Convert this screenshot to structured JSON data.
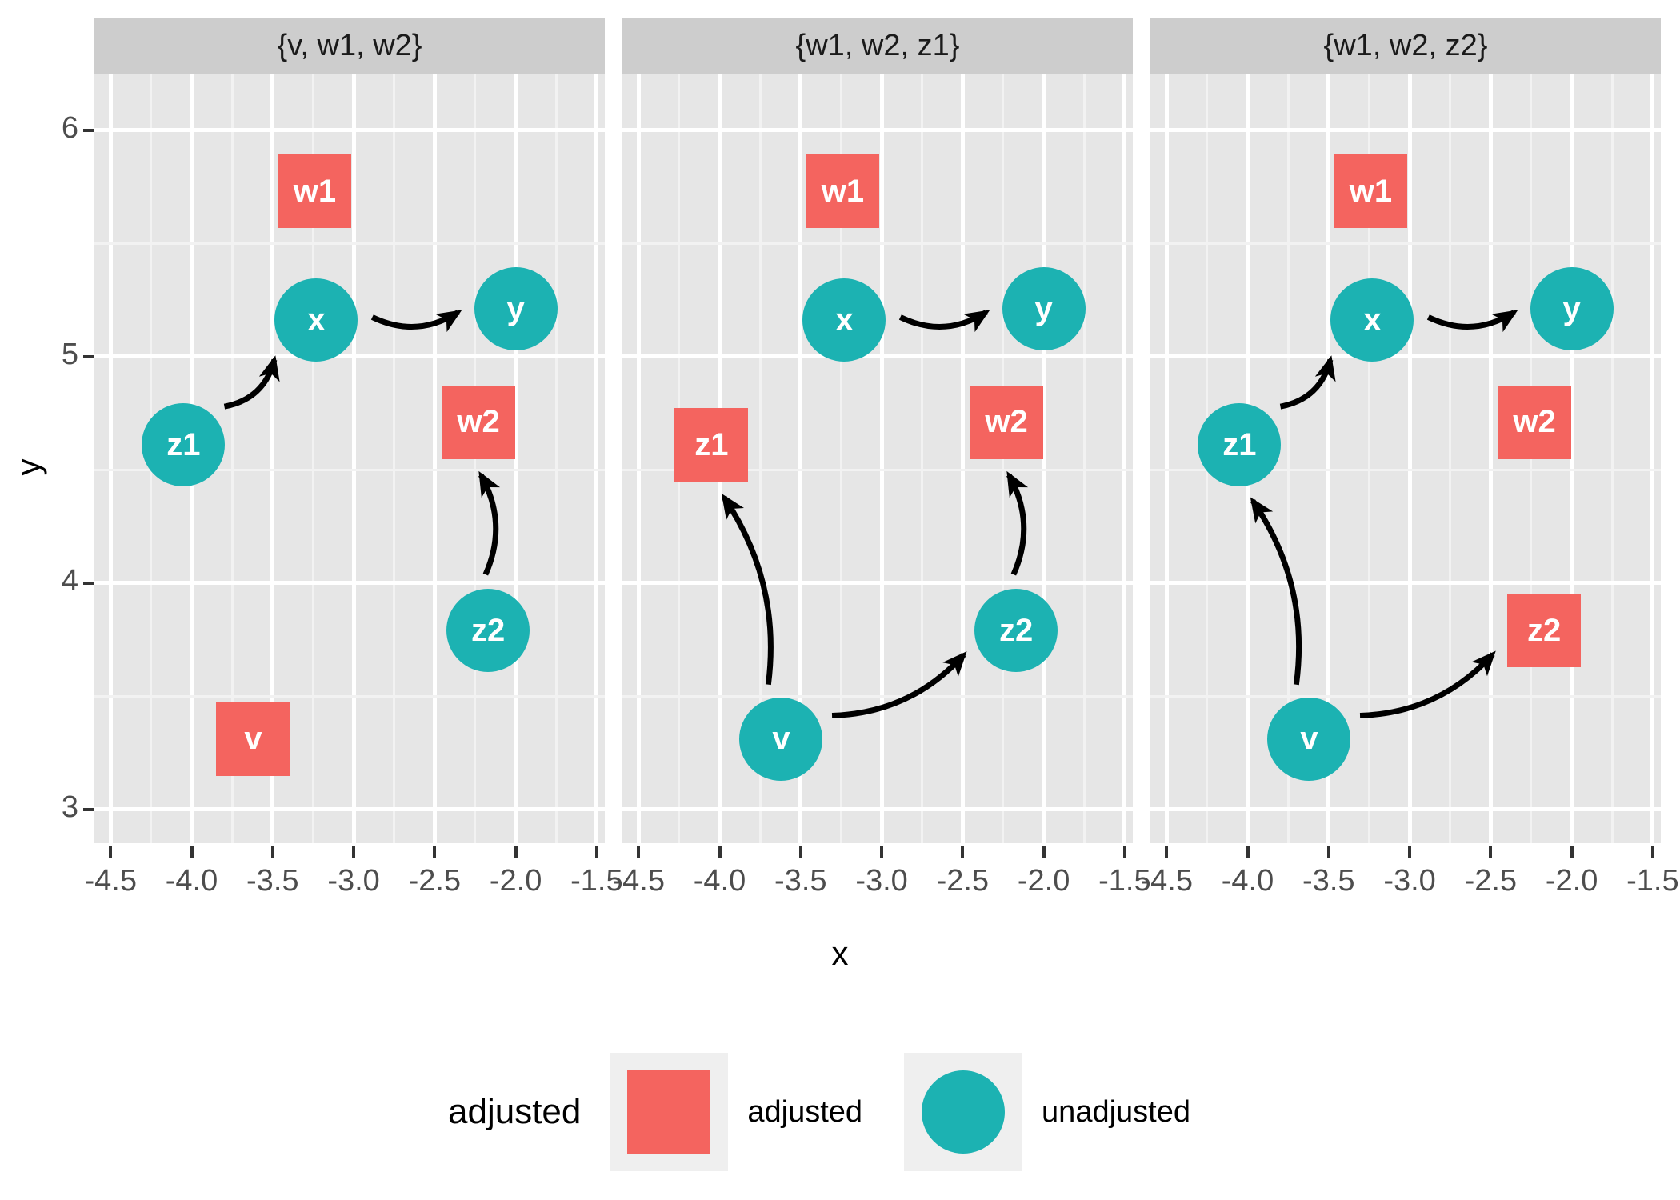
{
  "chart_data": {
    "type": "scatter",
    "title": "",
    "xlabel": "x",
    "ylabel": "y",
    "xlim": [
      -4.6,
      -1.45
    ],
    "ylim": [
      2.85,
      6.25
    ],
    "xticks": [
      "-4.5",
      "-4.0",
      "-3.5",
      "-3.0",
      "-2.5",
      "-2.0",
      "-1.5"
    ],
    "xtick_values": [
      -4.5,
      -4.0,
      -3.5,
      -3.0,
      -2.5,
      -2.0,
      -1.5
    ],
    "yticks": [
      "3",
      "4",
      "5",
      "6"
    ],
    "ytick_values": [
      3,
      4,
      5,
      6
    ],
    "grid": true,
    "legend_position": "bottom",
    "facet_variable": "adjustment_set",
    "colors": {
      "adjusted": "#F4645F",
      "unadjusted": "#1CB2B2",
      "panel_background": "#e6e6e6",
      "strip_background": "#cdcdcd",
      "gridline_major": "#ffffff",
      "gridline_minor": "#f2f2f2",
      "edge": "#000000",
      "node_label": "#ffffff"
    },
    "panels": [
      {
        "title": "{v, w1, w2}",
        "nodes": [
          {
            "id": "w1",
            "label": "w1",
            "x": -3.24,
            "y": 5.73,
            "shape": "square",
            "status": "adjusted"
          },
          {
            "id": "x",
            "label": "x",
            "x": -3.23,
            "y": 5.16,
            "shape": "circle",
            "status": "unadjusted"
          },
          {
            "id": "y",
            "label": "y",
            "x": -2.0,
            "y": 5.21,
            "shape": "circle",
            "status": "unadjusted"
          },
          {
            "id": "z1",
            "label": "z1",
            "x": -4.05,
            "y": 4.61,
            "shape": "circle",
            "status": "unadjusted"
          },
          {
            "id": "w2",
            "label": "w2",
            "x": -2.23,
            "y": 4.71,
            "shape": "square",
            "status": "adjusted"
          },
          {
            "id": "z2",
            "label": "z2",
            "x": -2.17,
            "y": 3.79,
            "shape": "circle",
            "status": "unadjusted"
          },
          {
            "id": "v",
            "label": "v",
            "x": -3.62,
            "y": 3.31,
            "shape": "square",
            "status": "adjusted"
          }
        ],
        "edges": [
          {
            "from": "z1",
            "to": "x"
          },
          {
            "from": "x",
            "to": "y"
          },
          {
            "from": "z2",
            "to": "w2"
          }
        ]
      },
      {
        "title": "{w1, w2, z1}",
        "nodes": [
          {
            "id": "w1",
            "label": "w1",
            "x": -3.24,
            "y": 5.73,
            "shape": "square",
            "status": "adjusted"
          },
          {
            "id": "x",
            "label": "x",
            "x": -3.23,
            "y": 5.16,
            "shape": "circle",
            "status": "unadjusted"
          },
          {
            "id": "y",
            "label": "y",
            "x": -2.0,
            "y": 5.21,
            "shape": "circle",
            "status": "unadjusted"
          },
          {
            "id": "z1",
            "label": "z1",
            "x": -4.05,
            "y": 4.61,
            "shape": "square",
            "status": "adjusted"
          },
          {
            "id": "w2",
            "label": "w2",
            "x": -2.23,
            "y": 4.71,
            "shape": "square",
            "status": "adjusted"
          },
          {
            "id": "z2",
            "label": "z2",
            "x": -2.17,
            "y": 3.79,
            "shape": "circle",
            "status": "unadjusted"
          },
          {
            "id": "v",
            "label": "v",
            "x": -3.62,
            "y": 3.31,
            "shape": "circle",
            "status": "unadjusted"
          }
        ],
        "edges": [
          {
            "from": "x",
            "to": "y"
          },
          {
            "from": "z2",
            "to": "w2"
          },
          {
            "from": "v",
            "to": "z1"
          },
          {
            "from": "v",
            "to": "z2"
          }
        ]
      },
      {
        "title": "{w1, w2, z2}",
        "nodes": [
          {
            "id": "w1",
            "label": "w1",
            "x": -3.24,
            "y": 5.73,
            "shape": "square",
            "status": "adjusted"
          },
          {
            "id": "x",
            "label": "x",
            "x": -3.23,
            "y": 5.16,
            "shape": "circle",
            "status": "unadjusted"
          },
          {
            "id": "y",
            "label": "y",
            "x": -2.0,
            "y": 5.21,
            "shape": "circle",
            "status": "unadjusted"
          },
          {
            "id": "z1",
            "label": "z1",
            "x": -4.05,
            "y": 4.61,
            "shape": "circle",
            "status": "unadjusted"
          },
          {
            "id": "w2",
            "label": "w2",
            "x": -2.23,
            "y": 4.71,
            "shape": "square",
            "status": "adjusted"
          },
          {
            "id": "z2",
            "label": "z2",
            "x": -2.17,
            "y": 3.79,
            "shape": "square",
            "status": "adjusted"
          },
          {
            "id": "v",
            "label": "v",
            "x": -3.62,
            "y": 3.31,
            "shape": "circle",
            "status": "unadjusted"
          }
        ],
        "edges": [
          {
            "from": "z1",
            "to": "x"
          },
          {
            "from": "x",
            "to": "y"
          },
          {
            "from": "v",
            "to": "z1"
          },
          {
            "from": "v",
            "to": "z2"
          }
        ]
      }
    ],
    "legend": {
      "title": "adjusted",
      "entries": [
        {
          "label": "adjusted",
          "shape": "square",
          "color": "#F4645F"
        },
        {
          "label": "unadjusted",
          "shape": "circle",
          "color": "#1CB2B2"
        }
      ]
    }
  }
}
